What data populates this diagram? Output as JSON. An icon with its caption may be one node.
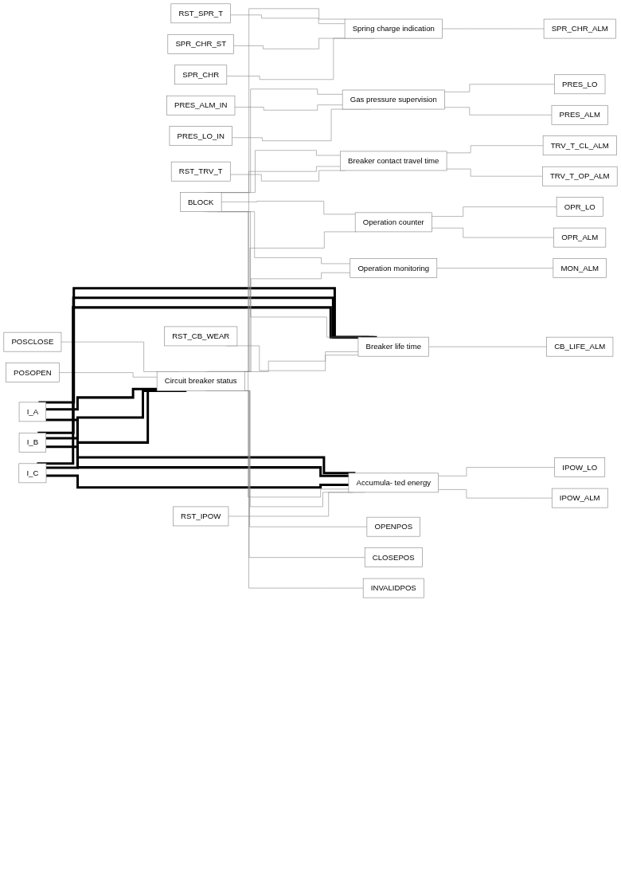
{
  "diagram": {
    "nodes": [
      {
        "text": [
          "POSCLOSE"
        ]
      },
      {
        "text": [
          "POSOPEN"
        ]
      },
      {
        "text": [
          "I_A"
        ]
      },
      {
        "text": [
          "I_B"
        ]
      },
      {
        "text": [
          "I_C"
        ]
      },
      {
        "text": [
          "BLOCK"
        ]
      },
      {
        "text": [
          "RST_TRV_T"
        ]
      },
      {
        "text": [
          "RST_IPOW"
        ]
      },
      {
        "text": [
          "RST_CB_WEAR"
        ]
      },
      {
        "text": [
          "RST_SPR_T"
        ]
      },
      {
        "text": [
          "SPR_CHR_ST"
        ]
      },
      {
        "text": [
          "SPR_CHR"
        ]
      },
      {
        "text": [
          "PRES_ALM_IN"
        ]
      },
      {
        "text": [
          "PRES_LO_IN"
        ]
      },
      {
        "text": [
          "Circuit breaker status"
        ]
      },
      {
        "text": [
          "Operation monitoring"
        ]
      },
      {
        "text": [
          "Breaker contact travel time"
        ]
      },
      {
        "text": [
          "Operation counter"
        ]
      },
      {
        "text": [
          "Accumula- ted energy"
        ]
      },
      {
        "text": [
          "Breaker life time"
        ]
      },
      {
        "text": [
          "Spring charge indication"
        ]
      },
      {
        "text": [
          "Gas pressure supervision"
        ]
      },
      {
        "text": [
          "OPENPOS"
        ]
      },
      {
        "text": [
          "CLOSEPOS"
        ]
      },
      {
        "text": [
          "INVALIDPOS"
        ]
      },
      {
        "text": [
          "MON_ALM"
        ]
      },
      {
        "text": [
          "TRV_T_OP_ALM"
        ]
      },
      {
        "text": [
          "TRV_T_CL_ALM"
        ]
      },
      {
        "text": [
          "OPR_ALM"
        ]
      },
      {
        "text": [
          "OPR_LO"
        ]
      },
      {
        "text": [
          "IPOW_ALM"
        ]
      },
      {
        "text": [
          "IPOW_LO"
        ]
      },
      {
        "text": [
          "CB_LIFE_ALM"
        ]
      },
      {
        "text": [
          "SPR_CHR_ALM"
        ]
      },
      {
        "text": [
          "PRES_ALM"
        ]
      },
      {
        "text": [
          "PRES_LO"
        ]
      }
    ],
    "edges": [
      {
        "from": 0,
        "to": 14,
        "arrow": "none"
      },
      {
        "from": 1,
        "to": 14,
        "arrow": "none"
      },
      {
        "from": 2,
        "to": 14,
        "arrow": "none",
        "style": "thick",
        "color": "#000000"
      },
      {
        "from": 3,
        "to": 14,
        "arrow": "none",
        "style": "thick",
        "color": "#000000"
      },
      {
        "from": 4,
        "to": 14,
        "arrow": "none",
        "style": "thick",
        "color": "#000000"
      },
      {
        "from": 2,
        "to": 18,
        "arrow": "none",
        "style": "thick",
        "color": "#000000"
      },
      {
        "from": 3,
        "to": 18,
        "arrow": "none",
        "style": "thick",
        "color": "#000000"
      },
      {
        "from": 4,
        "to": 18,
        "arrow": "none",
        "style": "thick",
        "color": "#000000"
      },
      {
        "from": 2,
        "to": 19,
        "arrow": "none",
        "style": "thick",
        "color": "#000000"
      },
      {
        "from": 3,
        "to": 19,
        "arrow": "none",
        "style": "thick",
        "color": "#000000"
      },
      {
        "from": 4,
        "to": 19,
        "arrow": "none",
        "style": "thick",
        "color": "#000000"
      },
      {
        "from": 5,
        "to": 15,
        "arrow": "none"
      },
      {
        "from": 5,
        "to": 16,
        "arrow": "none"
      },
      {
        "from": 5,
        "to": 17,
        "arrow": "none"
      },
      {
        "from": 5,
        "to": 18,
        "arrow": "none"
      },
      {
        "from": 5,
        "to": 19,
        "arrow": "none"
      },
      {
        "from": 5,
        "to": 20,
        "arrow": "none"
      },
      {
        "from": 5,
        "to": 21,
        "arrow": "none"
      },
      {
        "from": 14,
        "to": 15,
        "arrow": "none"
      },
      {
        "from": 14,
        "to": 16,
        "arrow": "none"
      },
      {
        "from": 14,
        "to": 17,
        "arrow": "none"
      },
      {
        "from": 14,
        "to": 18,
        "arrow": "none"
      },
      {
        "from": 14,
        "to": 19,
        "arrow": "none"
      },
      {
        "from": 6,
        "to": 16,
        "arrow": "none"
      },
      {
        "from": 7,
        "to": 18,
        "arrow": "none"
      },
      {
        "from": 8,
        "to": 19,
        "arrow": "none"
      },
      {
        "from": 9,
        "to": 20,
        "arrow": "none"
      },
      {
        "from": 10,
        "to": 20,
        "arrow": "none"
      },
      {
        "from": 11,
        "to": 20,
        "arrow": "none"
      },
      {
        "from": 12,
        "to": 21,
        "arrow": "none"
      },
      {
        "from": 13,
        "to": 21,
        "arrow": "none"
      },
      {
        "from": 14,
        "to": 22,
        "arrow": "none"
      },
      {
        "from": 14,
        "to": 23,
        "arrow": "none"
      },
      {
        "from": 14,
        "to": 24,
        "arrow": "none"
      },
      {
        "from": 15,
        "to": 25,
        "arrow": "none"
      },
      {
        "from": 16,
        "to": 26,
        "arrow": "none"
      },
      {
        "from": 16,
        "to": 27,
        "arrow": "none"
      },
      {
        "from": 17,
        "to": 28,
        "arrow": "none"
      },
      {
        "from": 17,
        "to": 29,
        "arrow": "none"
      },
      {
        "from": 18,
        "to": 30,
        "arrow": "none"
      },
      {
        "from": 18,
        "to": 31,
        "arrow": "none"
      },
      {
        "from": 19,
        "to": 32,
        "arrow": "none"
      },
      {
        "from": 20,
        "to": 33,
        "arrow": "none"
      },
      {
        "from": 21,
        "to": 34,
        "arrow": "none"
      },
      {
        "from": 21,
        "to": 35,
        "arrow": "none"
      }
    ]
  }
}
